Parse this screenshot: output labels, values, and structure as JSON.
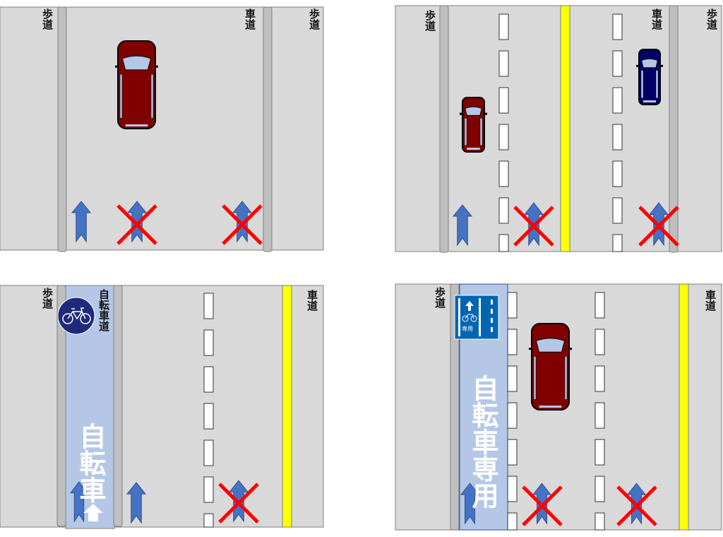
{
  "panels": [
    {
      "labels": {
        "left_sidewalk": "歩道",
        "roadway": "車道",
        "right_sidewalk": "歩道"
      }
    },
    {
      "labels": {
        "left_sidewalk": "歩道",
        "roadway": "車道",
        "right_sidewalk": "歩道"
      }
    },
    {
      "labels": {
        "left_sidewalk": "歩道",
        "bike_track": "自転車道",
        "roadway": "車道"
      },
      "lane_marking": "自転車"
    },
    {
      "labels": {
        "left_sidewalk": "歩道",
        "roadway": "車道"
      },
      "lane_marking": "自転車専用",
      "sign_text": "専用"
    }
  ],
  "colors": {
    "road": "#d9d9d9",
    "curb": "#bfbfbf",
    "bike_lane": "#b4c7e7",
    "center_line": "#ffff00",
    "arrow": "#4472c4",
    "cross": "#ff0000",
    "car_red": "#800000",
    "car_blue": "#000066",
    "sign_blue": "#1f2a7a"
  }
}
